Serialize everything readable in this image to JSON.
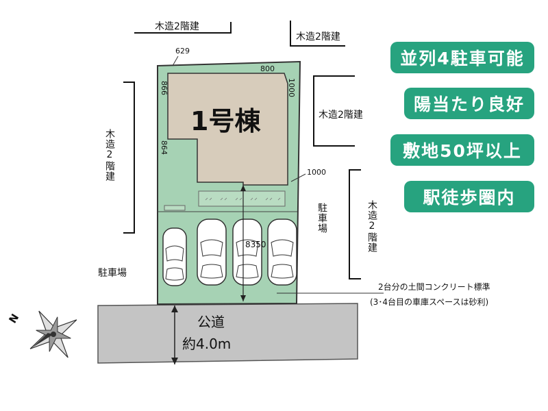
{
  "neighbors": {
    "top_left": "木造2階建",
    "top_right": "木造2階建",
    "left": "木造2階建",
    "right_upper": "木造2階建",
    "right_lower": "木造2階建"
  },
  "building": {
    "label": "1号棟"
  },
  "dimensions": {
    "d629": "629",
    "d800": "800",
    "d866": "866",
    "d1000_right": "1000",
    "d864": "864",
    "d1000_corner": "1000",
    "d8350": "8350"
  },
  "parking_labels": {
    "left": "駐車場",
    "right": "駐車場"
  },
  "note": {
    "line1": "2台分の土間コンクリート標準",
    "line2": "(3･4台目の車庫スペースは砂利)"
  },
  "road": {
    "name": "公道",
    "width": "約4.0m"
  },
  "compass": {
    "label": "N"
  },
  "features": [
    "並列4駐車可能",
    "陽当たり良好",
    "敷地50坪以上",
    "駅徒歩圏内"
  ],
  "colors": {
    "lot": "#a6d2b4",
    "house": "#d7ccbb",
    "road": "#c4c4c4",
    "feature_bg": "#27a37f"
  }
}
